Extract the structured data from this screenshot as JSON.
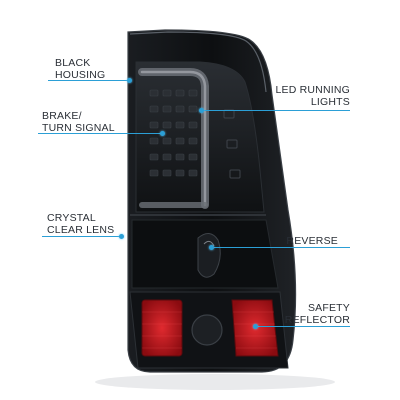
{
  "callouts": {
    "black_housing": [
      "BLACK",
      "HOUSING"
    ],
    "brake_turn_signal": [
      "BRAKE/",
      "TURN SIGNAL"
    ],
    "crystal_clear_lens": [
      "CRYSTAL",
      "CLEAR LENS"
    ],
    "led_running_lights": [
      "LED RUNNING",
      "LIGHTS"
    ],
    "reverse": [
      "REVERSE"
    ],
    "safety_reflector": [
      "SAFETY",
      "REFLECTOR"
    ]
  },
  "colors": {
    "accent": "#2b9fd6",
    "housing": "#121417",
    "reflector": "#c4121a",
    "text": "#2a2f36"
  }
}
